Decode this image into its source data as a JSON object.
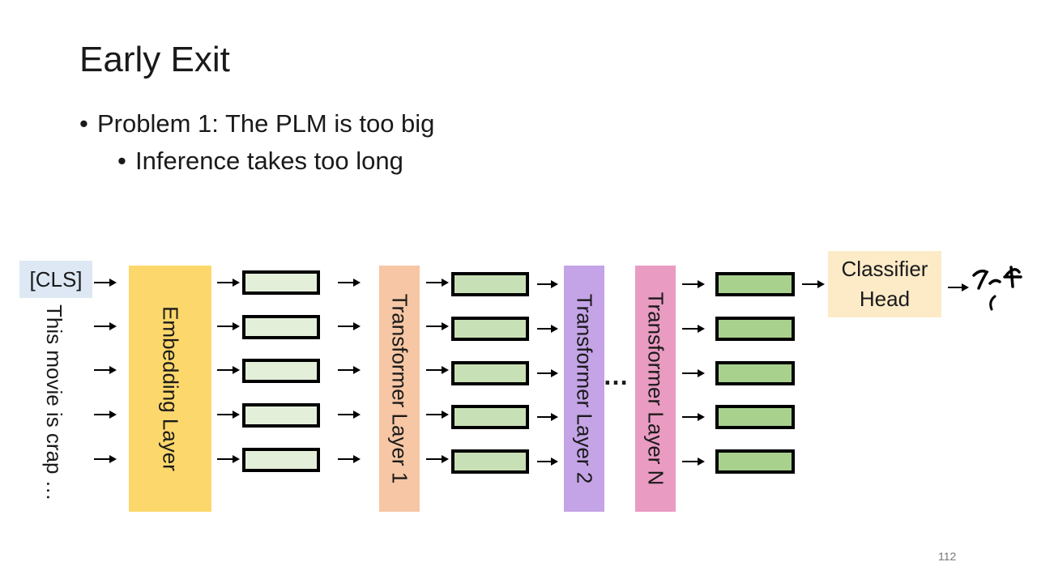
{
  "slide": {
    "title": "Early Exit",
    "bullets": [
      {
        "text": "Problem 1: The PLM is too big"
      },
      {
        "text": "Inference takes too long"
      }
    ],
    "page_number": "112"
  },
  "diagram": {
    "input_cls": "[CLS]",
    "input_sentence": "This movie is crap …",
    "layers": [
      {
        "label": "Embedding Layer",
        "color": "#fcd76b"
      },
      {
        "label": "Transformer Layer 1",
        "color": "#f7c6a4"
      },
      {
        "label": "Transformer Layer 2",
        "color": "#c4a3e6"
      },
      {
        "label": "Transformer Layer N",
        "color": "#e99bc2"
      }
    ],
    "ellipsis": "…",
    "vector_colors": [
      "#e4efd9",
      "#c8e0b6",
      "#a9d18e"
    ],
    "classifier_label_line1": "Classifier",
    "classifier_label_line2": "Head",
    "classifier_color": "#fdebc8",
    "cls_color": "#dde8f4"
  }
}
